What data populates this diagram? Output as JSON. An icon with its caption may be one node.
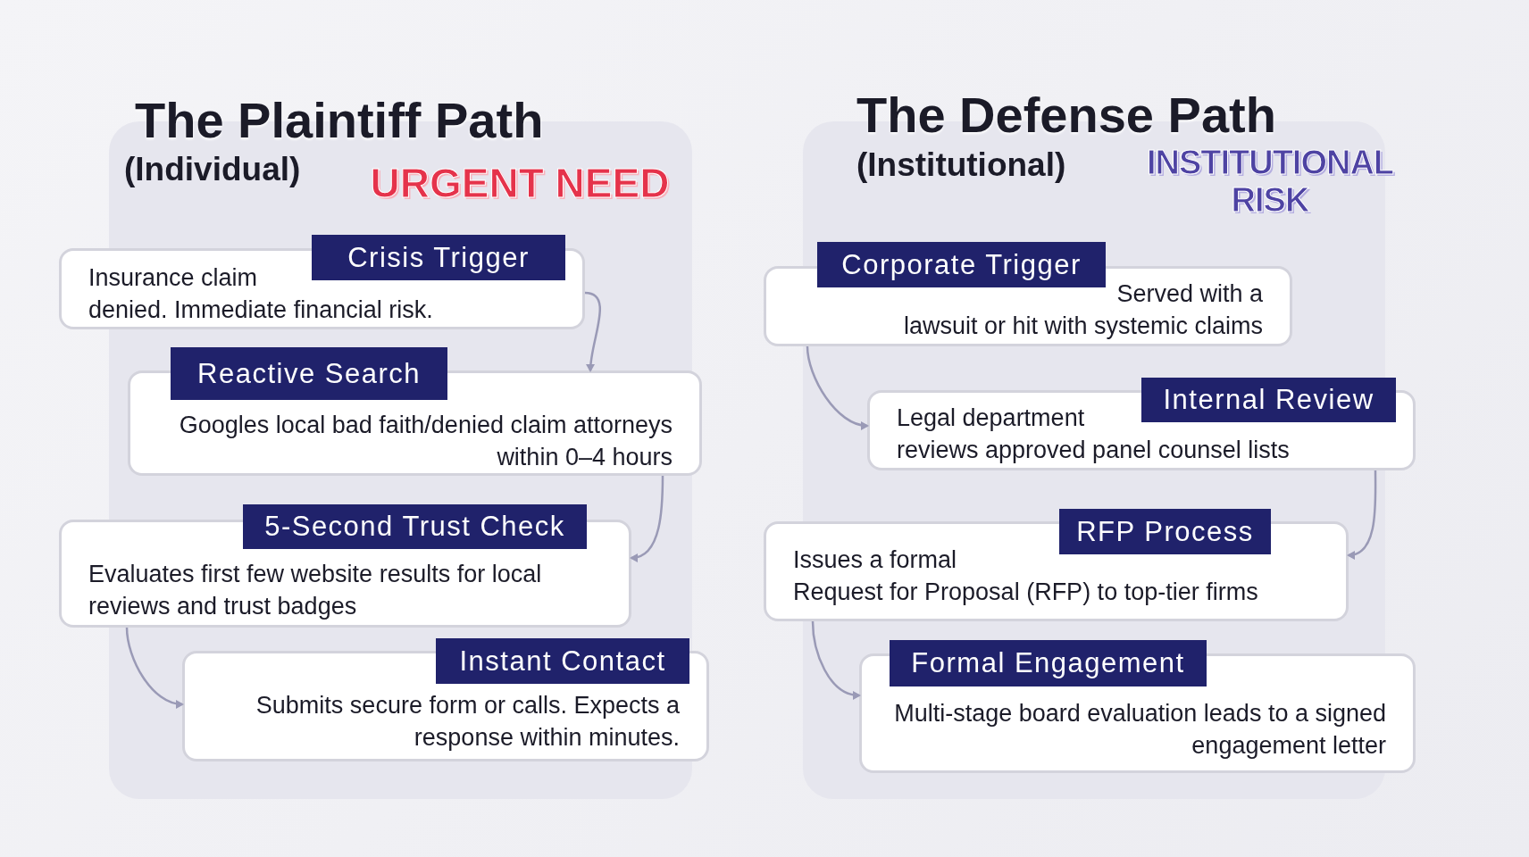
{
  "diagram": {
    "nodes": [
      {
        "text": [
          "Crisis Trigger",
          "Insurance claim denied. Immediate financial risk."
        ]
      },
      {
        "text": [
          "Reactive Search",
          "Googles local bad faith/denied claim attorneys within 0–4 hours"
        ]
      },
      {
        "text": [
          "5-Second Trust Check",
          "Evaluates first few website results for local reviews and trust badges"
        ]
      },
      {
        "text": [
          "Instant Contact",
          "Submits secure form or calls. Expects a response within minutes."
        ]
      },
      {
        "text": [
          "Corporate Trigger",
          "Served with a lawsuit or hit with systemic claims"
        ]
      },
      {
        "text": [
          "Internal Review",
          "Legal department reviews approved panel counsel lists"
        ]
      },
      {
        "text": [
          "RFP Process",
          "Issues a formal Request for Proposal (RFP) to top-tier firms"
        ]
      },
      {
        "text": [
          "Formal Engagement",
          "Multi-stage board evaluation leads to a signed engagement letter"
        ]
      }
    ],
    "edges": [
      {
        "from": 0,
        "to": 1,
        "arrow": "to"
      },
      {
        "from": 1,
        "to": 2,
        "arrow": "to"
      },
      {
        "from": 2,
        "to": 3,
        "arrow": "to"
      },
      {
        "from": 4,
        "to": 5,
        "arrow": "to"
      },
      {
        "from": 5,
        "to": 6,
        "arrow": "to"
      },
      {
        "from": 6,
        "to": 7,
        "arrow": "to"
      }
    ],
    "labels": [
      "The Plaintiff Path",
      "(Individual)",
      "URGENT NEED",
      "The Defense Path",
      "(Institutional)",
      "INSTITUTIONAL RISK"
    ]
  }
}
